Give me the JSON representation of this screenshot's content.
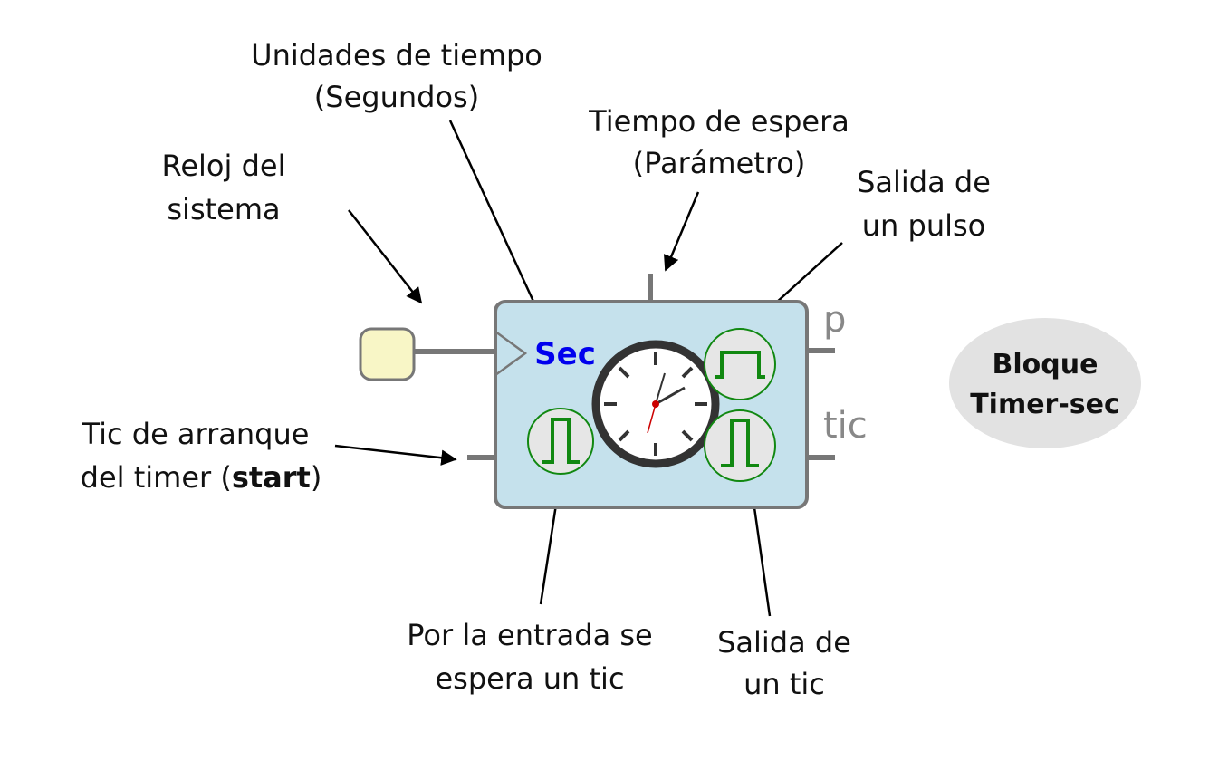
{
  "labels": {
    "units_line1": "Unidades de tiempo",
    "units_line2": "(Segundos)",
    "wait_line1": "Tiempo de espera",
    "wait_line2": "(Parámetro)",
    "clock_line1": "Reloj del",
    "clock_line2": "sistema",
    "pulse_out_line1": "Salida de",
    "pulse_out_line2": "un pulso",
    "start_line1": "Tic de arranque",
    "start_line2_prefix": "del timer (",
    "start_line2_bold": "start",
    "start_line2_suffix": ")",
    "input_line1": "Por la entrada se",
    "input_line2": "espera un tic",
    "tic_out_line1": "Salida de",
    "tic_out_line2": "un tic"
  },
  "block": {
    "units_tag": "Sec",
    "port_p": "p",
    "port_tic": "tic"
  },
  "badge": {
    "line1": "Bloque",
    "line2": "Timer-sec"
  },
  "colors": {
    "block_fill": "#c5e1ec",
    "block_border": "#777777",
    "units_text": "#0000ee",
    "pulse_green": "#118811",
    "circle_fill": "#e6e6e6",
    "clock_fill": "#ffffff",
    "clock_ring": "#333333",
    "second_hand": "#cc0000",
    "clock_input_fill": "#f8f6c6",
    "badge_fill": "#e2e2e2"
  }
}
